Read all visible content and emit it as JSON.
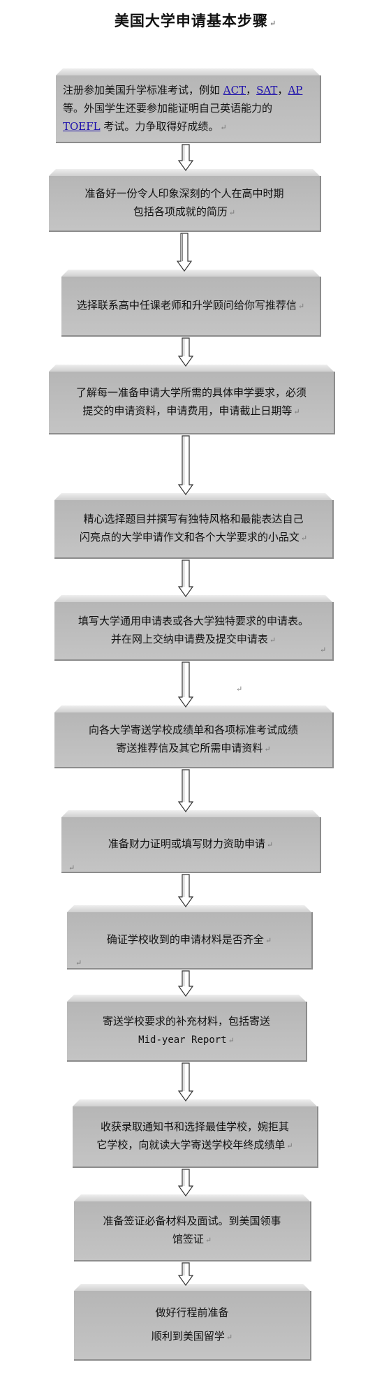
{
  "title": "美国大学申请基本步骤",
  "return_mark": "↵",
  "steps": [
    {
      "lines": [
        [
          "注册参加美国升学标准考试，例如 ",
          {
            "link": "ACT"
          },
          "，",
          {
            "link": "SAT"
          },
          "，",
          {
            "link": "AP"
          }
        ],
        [
          "等。外国学生还要参加能证明自己英语能力的"
        ],
        [
          {
            "link": "TOEFL"
          },
          " 考试。力争取得好成绩。"
        ]
      ]
    },
    {
      "lines": [
        [
          "准备好一份令人印象深刻的个人在高中时期"
        ],
        [
          "包括各项成就的简历"
        ]
      ]
    },
    {
      "lines": [
        [
          "选择联系高中任课老师和升学顾问给你写推荐信"
        ]
      ]
    },
    {
      "lines": [
        [
          "了解每一准备申请大学所需的具体申学要求，必须"
        ],
        [
          "提交的申请资料，申请费用，申请截止日期等"
        ]
      ]
    },
    {
      "lines": [
        [
          "精心选择题目并撰写有独特风格和最能表达自己"
        ],
        [
          "闪亮点的大学申请作文和各个大学要求的小品文"
        ]
      ]
    },
    {
      "lines": [
        [
          "填写大学通用申请表或各大学独特要求的申请表。"
        ],
        [
          "并在网上交纳申请费及提交申请表"
        ]
      ]
    },
    {
      "lines": [
        [
          "向各大学寄送学校成绩单和各项标准考试成绩"
        ],
        [
          "寄送推荐信及其它所需申请资料"
        ]
      ]
    },
    {
      "lines": [
        [
          "准备财力证明或填写财力资助申请"
        ]
      ]
    },
    {
      "lines": [
        [
          "确证学校收到的申请材料是否齐全"
        ]
      ]
    },
    {
      "lines": [
        [
          "寄送学校要求的补充材料，包括寄送"
        ],
        [
          {
            "mono": "Mid-year Report"
          }
        ]
      ]
    },
    {
      "lines": [
        [
          "收获录取通知书和选择最佳学校，婉拒其"
        ],
        [
          "它学校，向就读大学寄送学校年终成绩单"
        ]
      ]
    },
    {
      "lines": [
        [
          "准备签证必备材料及面试。到美国领事"
        ],
        [
          "馆签证"
        ]
      ]
    },
    {
      "lines": [
        [
          "做好行程前准备"
        ],
        [
          "顺利到美国留学"
        ]
      ]
    }
  ]
}
